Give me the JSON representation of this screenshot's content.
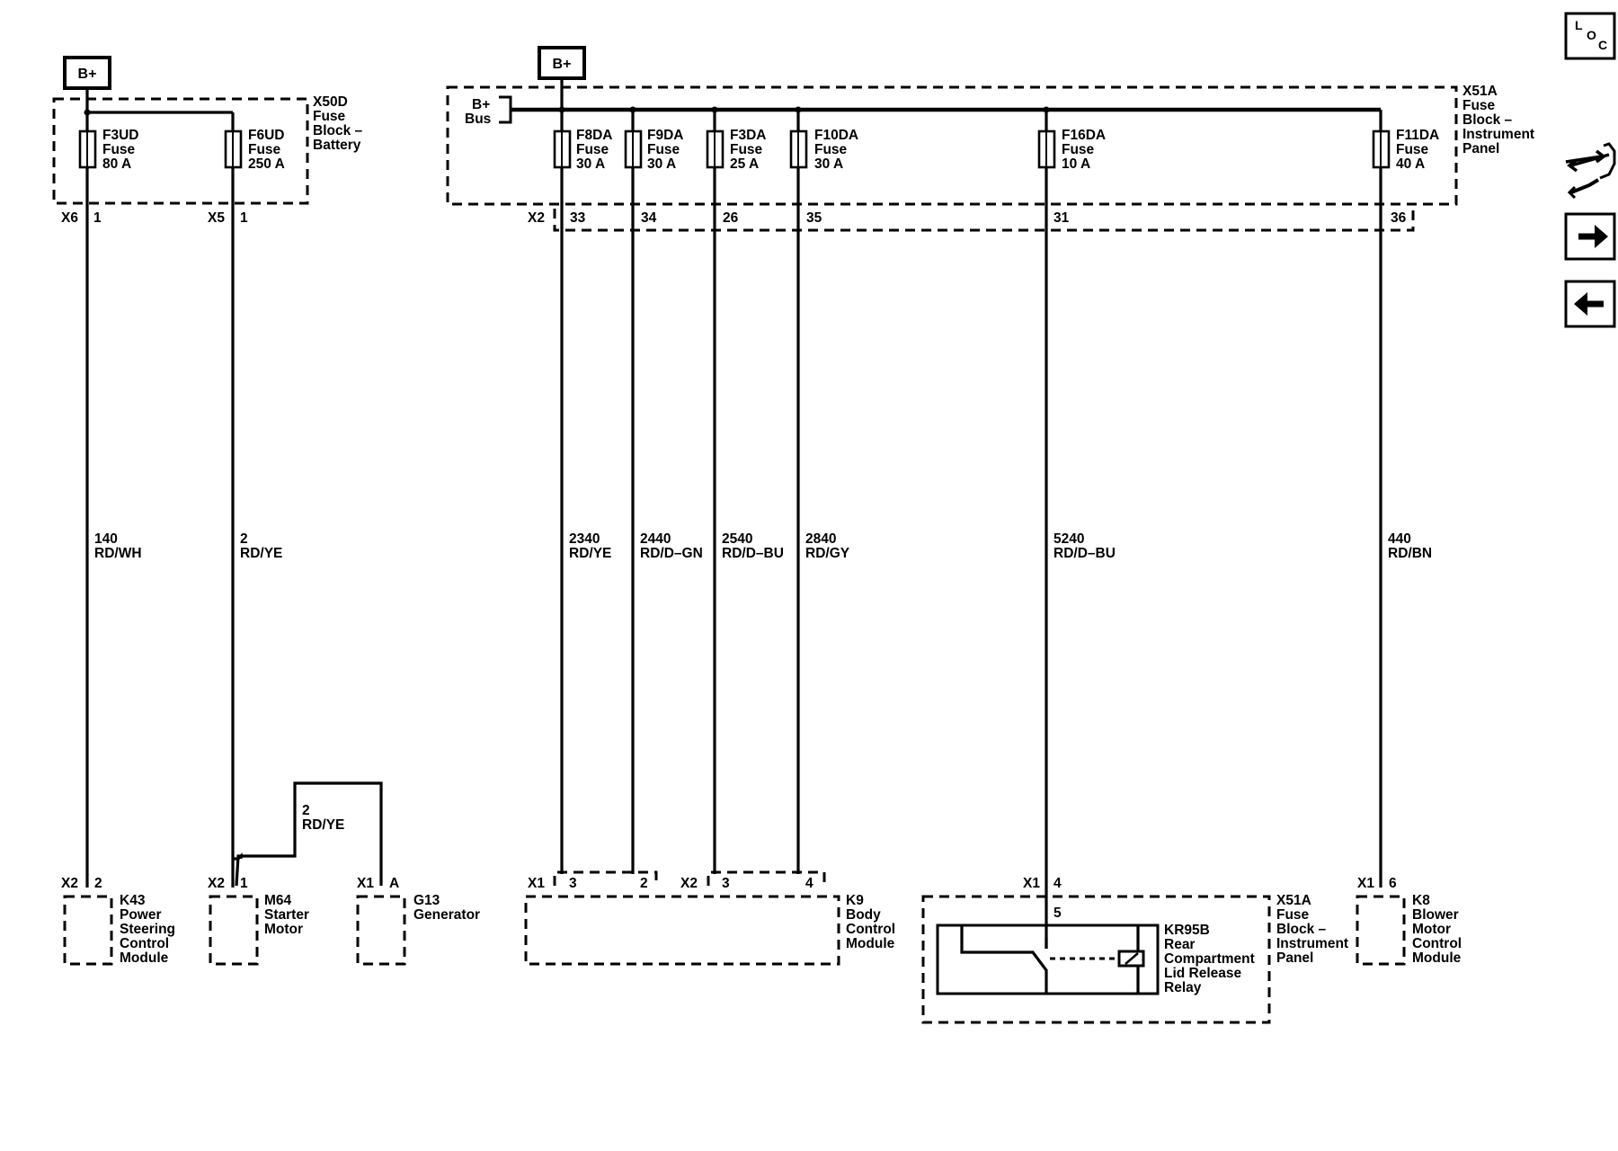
{
  "power_sources": {
    "bplus_left": "B+",
    "bplus_right": "B+",
    "bus_label": [
      "B+",
      "Bus"
    ]
  },
  "fuse_blocks": {
    "battery": {
      "label": [
        "X50D",
        "Fuse",
        "Block –",
        "Battery"
      ]
    },
    "instrument_panel": {
      "label": [
        "X51A",
        "Fuse",
        "Block –",
        "Instrument",
        "Panel"
      ]
    }
  },
  "fuses": [
    {
      "lines": [
        "F3UD",
        "Fuse",
        "80 A"
      ]
    },
    {
      "lines": [
        "F6UD",
        "Fuse",
        "250 A"
      ]
    },
    {
      "lines": [
        "F8DA",
        "Fuse",
        "30 A"
      ]
    },
    {
      "lines": [
        "F9DA",
        "Fuse",
        "30 A"
      ]
    },
    {
      "lines": [
        "F3DA",
        "Fuse",
        "25 A"
      ]
    },
    {
      "lines": [
        "F10DA",
        "Fuse",
        "30 A"
      ]
    },
    {
      "lines": [
        "F16DA",
        "Fuse",
        "10 A"
      ]
    },
    {
      "lines": [
        "F11DA",
        "Fuse",
        "40 A"
      ]
    }
  ],
  "top_connectors": {
    "x6": "X6",
    "x6_pin": "1",
    "x5": "X5",
    "x5_pin": "1",
    "x2": "X2",
    "x2_pins": [
      "33",
      "34",
      "26",
      "35",
      "31",
      "36"
    ]
  },
  "circuits": [
    {
      "number": "140",
      "color": "RD/WH"
    },
    {
      "number": "2",
      "color": "RD/YE"
    },
    {
      "number": "2340",
      "color": "RD/YE"
    },
    {
      "number": "2440",
      "color": "RD/D–GN"
    },
    {
      "number": "2540",
      "color": "RD/D–BU"
    },
    {
      "number": "2840",
      "color": "RD/GY"
    },
    {
      "number": "5240",
      "color": "RD/D–BU"
    },
    {
      "number": "440",
      "color": "RD/BN"
    },
    {
      "number": "2",
      "color": "RD/YE"
    }
  ],
  "bottom_connectors": {
    "k43": {
      "conn": "X2",
      "pin": "2"
    },
    "m64": {
      "conn": "X2",
      "pin": "1"
    },
    "g13": {
      "conn": "X1",
      "pin": "A"
    },
    "k9_a": {
      "conn": "X1",
      "pins": [
        "3",
        "2"
      ]
    },
    "k9_b": {
      "conn": "X2",
      "pins": [
        "3",
        "4"
      ]
    },
    "x51a": {
      "conn": "X1",
      "pin": "4",
      "inner_pin": "5"
    },
    "k8": {
      "conn": "X1",
      "pin": "6"
    }
  },
  "components": {
    "k43": [
      "K43",
      "Power",
      "Steering",
      "Control",
      "Module"
    ],
    "m64": [
      "M64",
      "Starter",
      "Motor"
    ],
    "g13": [
      "G13",
      "Generator"
    ],
    "k9": [
      "K9",
      "Body",
      "Control",
      "Module"
    ],
    "x51a": [
      "X51A",
      "Fuse",
      "Block –",
      "Instrument",
      "Panel"
    ],
    "kr95b": [
      "KR95B",
      "Rear",
      "Compartment",
      "Lid Release",
      "Relay"
    ],
    "k8": [
      "K8",
      "Blower",
      "Motor",
      "Control",
      "Module"
    ]
  },
  "nav": {
    "loc_l": "L",
    "loc_o": "O",
    "loc_c": "C",
    "icons": [
      "component-locator-icon",
      "connector-tool-icon",
      "next-page-icon",
      "previous-page-icon"
    ]
  }
}
